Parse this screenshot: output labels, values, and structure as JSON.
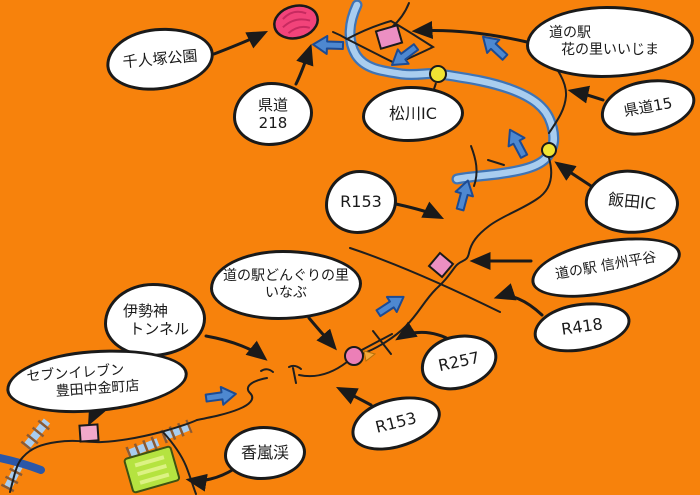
{
  "map": {
    "background_color": "#F7820C",
    "ink_color": "#1a1a1a",
    "bubble_fill": "#FFFFFF",
    "expressway_fill_color": "#A9CDEF",
    "expressway_edge_color": "#3F74B5",
    "river_color": "#2B57A8",
    "rail_tie_color": "#8B5A33",
    "direction_arrow_color": "#4E88D0",
    "interchange_marker_color": "#F1E433",
    "station_marker_color": "#EC8FC2",
    "junction_marker_color": "#EC7FB7",
    "pond_color": "#F2437A",
    "parking_color": "#B5E340",
    "bubbles": [
      {
        "id": "sennin-zuka-park",
        "lines": [
          "千人塚公園"
        ]
      },
      {
        "id": "kendo-218",
        "lines": [
          "県道",
          "218"
        ]
      },
      {
        "id": "matsukawa-ic",
        "lines": [
          "松川IC"
        ]
      },
      {
        "id": "hananosato-iijima",
        "lines": [
          "道の駅",
          "花の里いいじま"
        ]
      },
      {
        "id": "kendo-15",
        "lines": [
          "県道15"
        ]
      },
      {
        "id": "r153-north",
        "lines": [
          "R153"
        ]
      },
      {
        "id": "iida-ic",
        "lines": [
          "飯田IC"
        ]
      },
      {
        "id": "shinshu-hiraya",
        "lines": [
          "道の駅 信州平谷"
        ]
      },
      {
        "id": "r418",
        "lines": [
          "R418"
        ]
      },
      {
        "id": "donguri-no-sato-inabu",
        "lines": [
          "道の駅どんぐりの里",
          "いなぶ"
        ]
      },
      {
        "id": "isegami-tunnel",
        "lines": [
          "伊勢神",
          "トンネル"
        ]
      },
      {
        "id": "seven-eleven-toyota-nakagane",
        "lines": [
          "セブンイレブン",
          "豊田中金町店"
        ]
      },
      {
        "id": "korankei",
        "lines": [
          "香嵐渓"
        ]
      },
      {
        "id": "r257",
        "lines": [
          "R257"
        ]
      },
      {
        "id": "r153-south",
        "lines": [
          "R153"
        ]
      }
    ]
  }
}
